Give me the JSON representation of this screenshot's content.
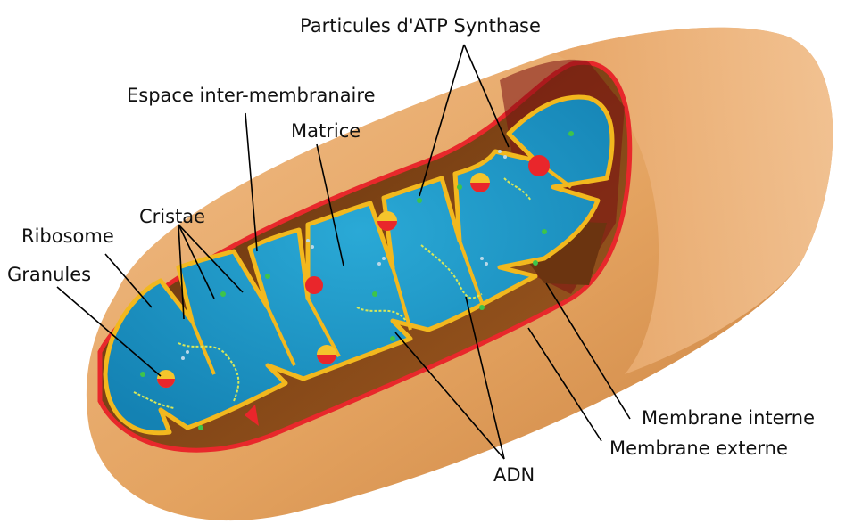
{
  "labels": {
    "atp_synthase": "Particules d'ATP Synthase",
    "intermembrane_space": "Espace inter-membranaire",
    "matrix": "Matrice",
    "cristae": "Cristae",
    "ribosome": "Ribosome",
    "granules": "Granules",
    "inner_membrane": "Membrane interne",
    "outer_membrane": "Membrane externe",
    "dna": "ADN"
  },
  "colors": {
    "outer_body": "#e3a25f",
    "outer_membrane": "#e8282b",
    "cut_surface": "#8a4a16",
    "inner_membrane": "#f2b81e",
    "matrix": "#1f97c4",
    "ribosome": "#e9262b",
    "granule": "#f4c42c",
    "dna": "#d8e85a"
  }
}
